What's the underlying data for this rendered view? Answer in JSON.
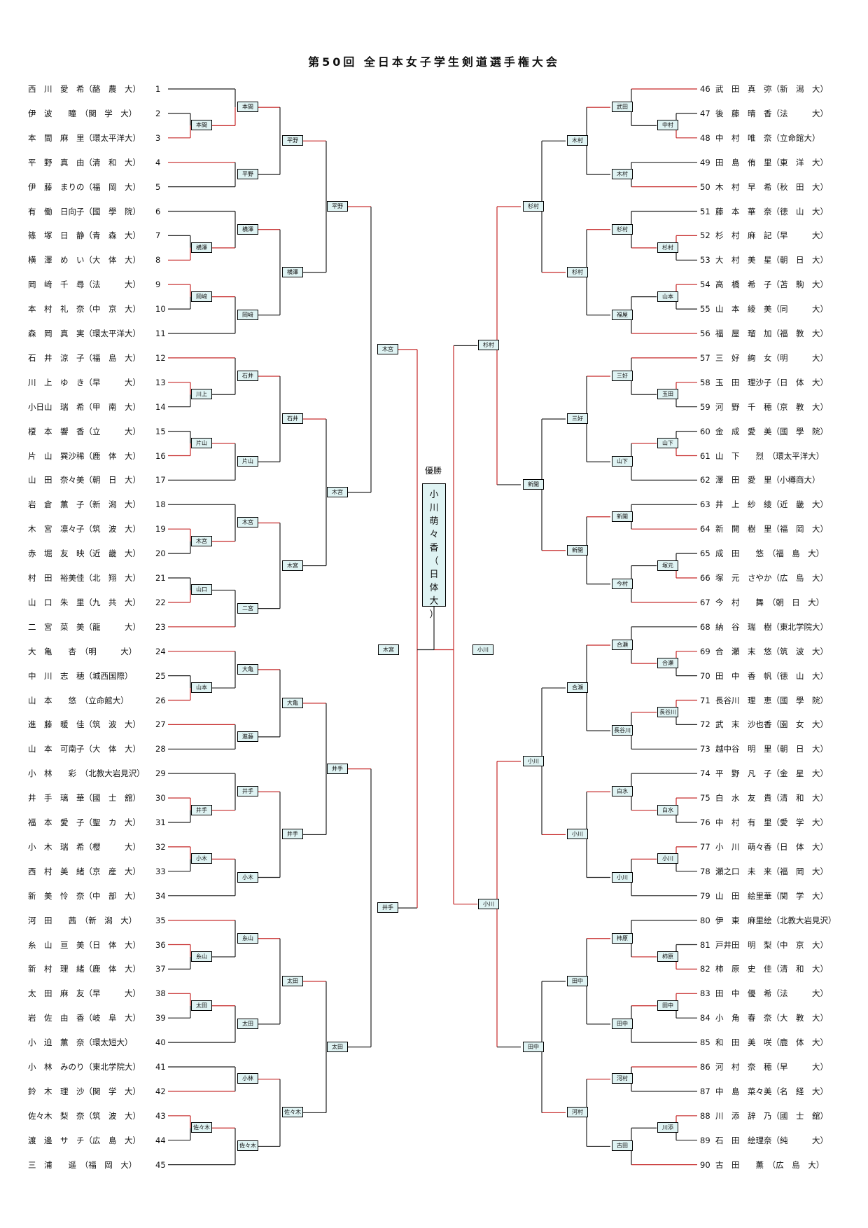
{
  "title": "第50回 全日本女子学生剣道選手権大会",
  "champion_label": "優勝",
  "champion": "小川萌々香（日体大）",
  "players_left": [
    {
      "no": "1",
      "name": "西　川　愛　希（酪　農　大）"
    },
    {
      "no": "2",
      "name": "伊　波　　瞳　（関　学　大）"
    },
    {
      "no": "3",
      "name": "本　間　麻　里（環太平洋大）"
    },
    {
      "no": "4",
      "name": "平　野　真　由（清　和　大）"
    },
    {
      "no": "5",
      "name": "伊　藤　まりの（福　岡　大）"
    },
    {
      "no": "6",
      "name": "有　働　日向子（國　學　院）"
    },
    {
      "no": "7",
      "name": "篠　塚　日　静（青　森　大）"
    },
    {
      "no": "8",
      "name": "横　澤　め　い（大　体　大）"
    },
    {
      "no": "9",
      "name": "岡　﨑　千　尋（法　　　大）"
    },
    {
      "no": "10",
      "name": "本　村　礼　奈（中　京　大）"
    },
    {
      "no": "11",
      "name": "森　岡　真　実（環太平洋大）"
    },
    {
      "no": "12",
      "name": "石　井　涼　子（福　島　大）"
    },
    {
      "no": "13",
      "name": "川　上　ゆ　き（早　　　大）"
    },
    {
      "no": "14",
      "name": "小日山　瑞　希（甲　南　大）"
    },
    {
      "no": "15",
      "name": "榎　本　響　香（立　　　大）"
    },
    {
      "no": "16",
      "name": "片　山　巽沙稀（鹿　体　大）"
    },
    {
      "no": "17",
      "name": "山　田　奈々美（朝　日　大）"
    },
    {
      "no": "18",
      "name": "岩　倉　薫　子（新　潟　大）"
    },
    {
      "no": "19",
      "name": "木　宮　凛々子（筑　波　大）"
    },
    {
      "no": "20",
      "name": "赤　堀　友　映（近　畿　大）"
    },
    {
      "no": "21",
      "name": "村　田　裕美佳（北　翔　大）"
    },
    {
      "no": "22",
      "name": "山　口　朱　里（九　共　大）"
    },
    {
      "no": "23",
      "name": "二　宮　菜　美（龍　　　大）"
    },
    {
      "no": "24",
      "name": "大　亀　　杏　（明　　　大）"
    },
    {
      "no": "25",
      "name": "中　川　志　穂（城西国際）"
    },
    {
      "no": "26",
      "name": "山　本　　悠　（立命館大）"
    },
    {
      "no": "27",
      "name": "進　藤　暖　佳（筑　波　大）"
    },
    {
      "no": "28",
      "name": "山　本　可南子（大　体　大）"
    },
    {
      "no": "29",
      "name": "小　林　　彩　（北教大岩見沢）"
    },
    {
      "no": "30",
      "name": "井　手　璃　華（國　士　舘）"
    },
    {
      "no": "31",
      "name": "福　本　愛　子（聖　カ　大）"
    },
    {
      "no": "32",
      "name": "小　木　瑞　希（櫻　　　大）"
    },
    {
      "no": "33",
      "name": "西　村　美　緒（京　産　大）"
    },
    {
      "no": "34",
      "name": "新　美　怜　奈（中　部　大）"
    },
    {
      "no": "35",
      "name": "河　田　　茜　（新　潟　大）"
    },
    {
      "no": "36",
      "name": "糸　山　亘　美（日　体　大）"
    },
    {
      "no": "37",
      "name": "新　村　理　緒（鹿　体　大）"
    },
    {
      "no": "38",
      "name": "太　田　麻　友（早　　　大）"
    },
    {
      "no": "39",
      "name": "岩　佐　由　香（岐　阜　大）"
    },
    {
      "no": "40",
      "name": "小　迫　薫　奈（環太短大）"
    },
    {
      "no": "41",
      "name": "小　林　みのり（東北学院大）"
    },
    {
      "no": "42",
      "name": "鈴　木　理　沙（関　学　大）"
    },
    {
      "no": "43",
      "name": "佐々木　梨　奈（筑　波　大）"
    },
    {
      "no": "44",
      "name": "渡　邊　サ　チ（広　島　大）"
    },
    {
      "no": "45",
      "name": "三　浦　　遥　（福　岡　大）"
    }
  ],
  "players_right": [
    {
      "no": "46",
      "name": "武　田　真　弥（新　潟　大）"
    },
    {
      "no": "47",
      "name": "後　藤　晴　香（法　　　大）"
    },
    {
      "no": "48",
      "name": "中　村　唯　奈（立命館大）"
    },
    {
      "no": "49",
      "name": "田　島　侑　里（東　洋　大）"
    },
    {
      "no": "50",
      "name": "木　村　早　希（秋　田　大）"
    },
    {
      "no": "51",
      "name": "藤　本　華　奈（徳　山　大）"
    },
    {
      "no": "52",
      "name": "杉　村　麻　記（早　　　大）"
    },
    {
      "no": "53",
      "name": "大　村　美　星（朝　日　大）"
    },
    {
      "no": "54",
      "name": "高　橋　希　子（苫　駒　大）"
    },
    {
      "no": "55",
      "name": "山　本　綾　美（同　　　大）"
    },
    {
      "no": "56",
      "name": "福　屋　瑠　加（福　教　大）"
    },
    {
      "no": "57",
      "name": "三　好　絢　女（明　　　大）"
    },
    {
      "no": "58",
      "name": "玉　田　理沙子（日　体　大）"
    },
    {
      "no": "59",
      "name": "河　野　千　穂（京　教　大）"
    },
    {
      "no": "60",
      "name": "金　成　愛　美（國　學　院）"
    },
    {
      "no": "61",
      "name": "山　下　　烈　（環太平洋大）"
    },
    {
      "no": "62",
      "name": "澤　田　愛　里（小樽商大）"
    },
    {
      "no": "63",
      "name": "井　上　紗　綾（近　畿　大）"
    },
    {
      "no": "64",
      "name": "新　開　樹　里（福　岡　大）"
    },
    {
      "no": "65",
      "name": "成　田　　悠　（福　島　大）"
    },
    {
      "no": "66",
      "name": "塚　元　さやか（広　島　大）"
    },
    {
      "no": "67",
      "name": "今　村　　舞　（朝　日　大）"
    },
    {
      "no": "68",
      "name": "納　谷　瑞　樹（東北学院大）"
    },
    {
      "no": "69",
      "name": "合　瀬　末　悠（筑　波　大）"
    },
    {
      "no": "70",
      "name": "田　中　香　帆（徳　山　大）"
    },
    {
      "no": "71",
      "name": "長谷川　理　恵（國　學　院）"
    },
    {
      "no": "72",
      "name": "武　末　沙也香（園　女　大）"
    },
    {
      "no": "73",
      "name": "越中谷　明　里（朝　日　大）"
    },
    {
      "no": "74",
      "name": "平　野　凡　子（金　星　大）"
    },
    {
      "no": "75",
      "name": "白　水　友　貴（清　和　大）"
    },
    {
      "no": "76",
      "name": "中　村　有　里（愛　学　大）"
    },
    {
      "no": "77",
      "name": "小　川　萌々香（日　体　大）"
    },
    {
      "no": "78",
      "name": "瀬之口　未　来（福　岡　大）"
    },
    {
      "no": "79",
      "name": "山　田　絵里華（関　学　大）"
    },
    {
      "no": "80",
      "name": "伊　東　麻里絵（北教大岩見沢）"
    },
    {
      "no": "81",
      "name": "戸井田　明　梨（中　京　大）"
    },
    {
      "no": "82",
      "name": "柿　原　史　佳（清　和　大）"
    },
    {
      "no": "83",
      "name": "田　中　優　希（法　　　大）"
    },
    {
      "no": "84",
      "name": "小　角　春　奈（大　教　大）"
    },
    {
      "no": "85",
      "name": "和　田　美　咲（鹿　体　大）"
    },
    {
      "no": "86",
      "name": "河　村　奈　穂（早　　　大）"
    },
    {
      "no": "87",
      "name": "中　島　菜々美（名　経　大）"
    },
    {
      "no": "88",
      "name": "川　添　辞　乃（國　士　舘）"
    },
    {
      "no": "89",
      "name": "石　田　絵理奈（純　　　大）"
    },
    {
      "no": "90",
      "name": "古　田　　薫　（広　島　大）"
    }
  ],
  "final_left": "木宮",
  "final_right": "小川",
  "left_pre_rounds": [
    [
      "本間",
      "平野",
      "横澤",
      "岡﨑",
      "川上",
      "片山",
      "木宮",
      "山口",
      "山本",
      "進藤",
      "井手",
      "小木",
      "糸山",
      "太田",
      "佐々木"
    ]
  ],
  "left_round1": [
    "本間",
    "平野",
    "横澤",
    "岡﨑",
    "石井",
    "片山",
    "木宮",
    "二宮",
    "大亀",
    "進藤",
    "井手",
    "小木",
    "糸山",
    "太田",
    "小林",
    "佐々木"
  ],
  "left_round2": [
    "平野",
    "横澤",
    "石井",
    "木宮",
    "大亀",
    "井手",
    "太田",
    "佐々木"
  ],
  "left_round3": [
    "平野",
    "木宮",
    "井手",
    "太田"
  ],
  "left_round4": [
    "木宮",
    "井手"
  ],
  "right_round0": [
    "中村",
    "杉村",
    "山本",
    "玉田",
    "山下",
    "塚元",
    "合瀬",
    "長谷川",
    "白水",
    "小川",
    "柿原",
    "田中",
    "川添"
  ],
  "right_round1": [
    "武田",
    "木村",
    "杉村",
    "福屋",
    "三好",
    "山下",
    "新開",
    "今村",
    "合瀬",
    "長谷川",
    "白水",
    "小川",
    "柿原",
    "田中",
    "河村",
    "古田"
  ],
  "right_round2": [
    "木村",
    "杉村",
    "三好",
    "新開",
    "合瀬",
    "小川",
    "田中",
    "河村"
  ],
  "right_round3": [
    "杉村",
    "新開",
    "小川",
    "田中"
  ],
  "right_round4": [
    "杉村",
    "小川"
  ]
}
